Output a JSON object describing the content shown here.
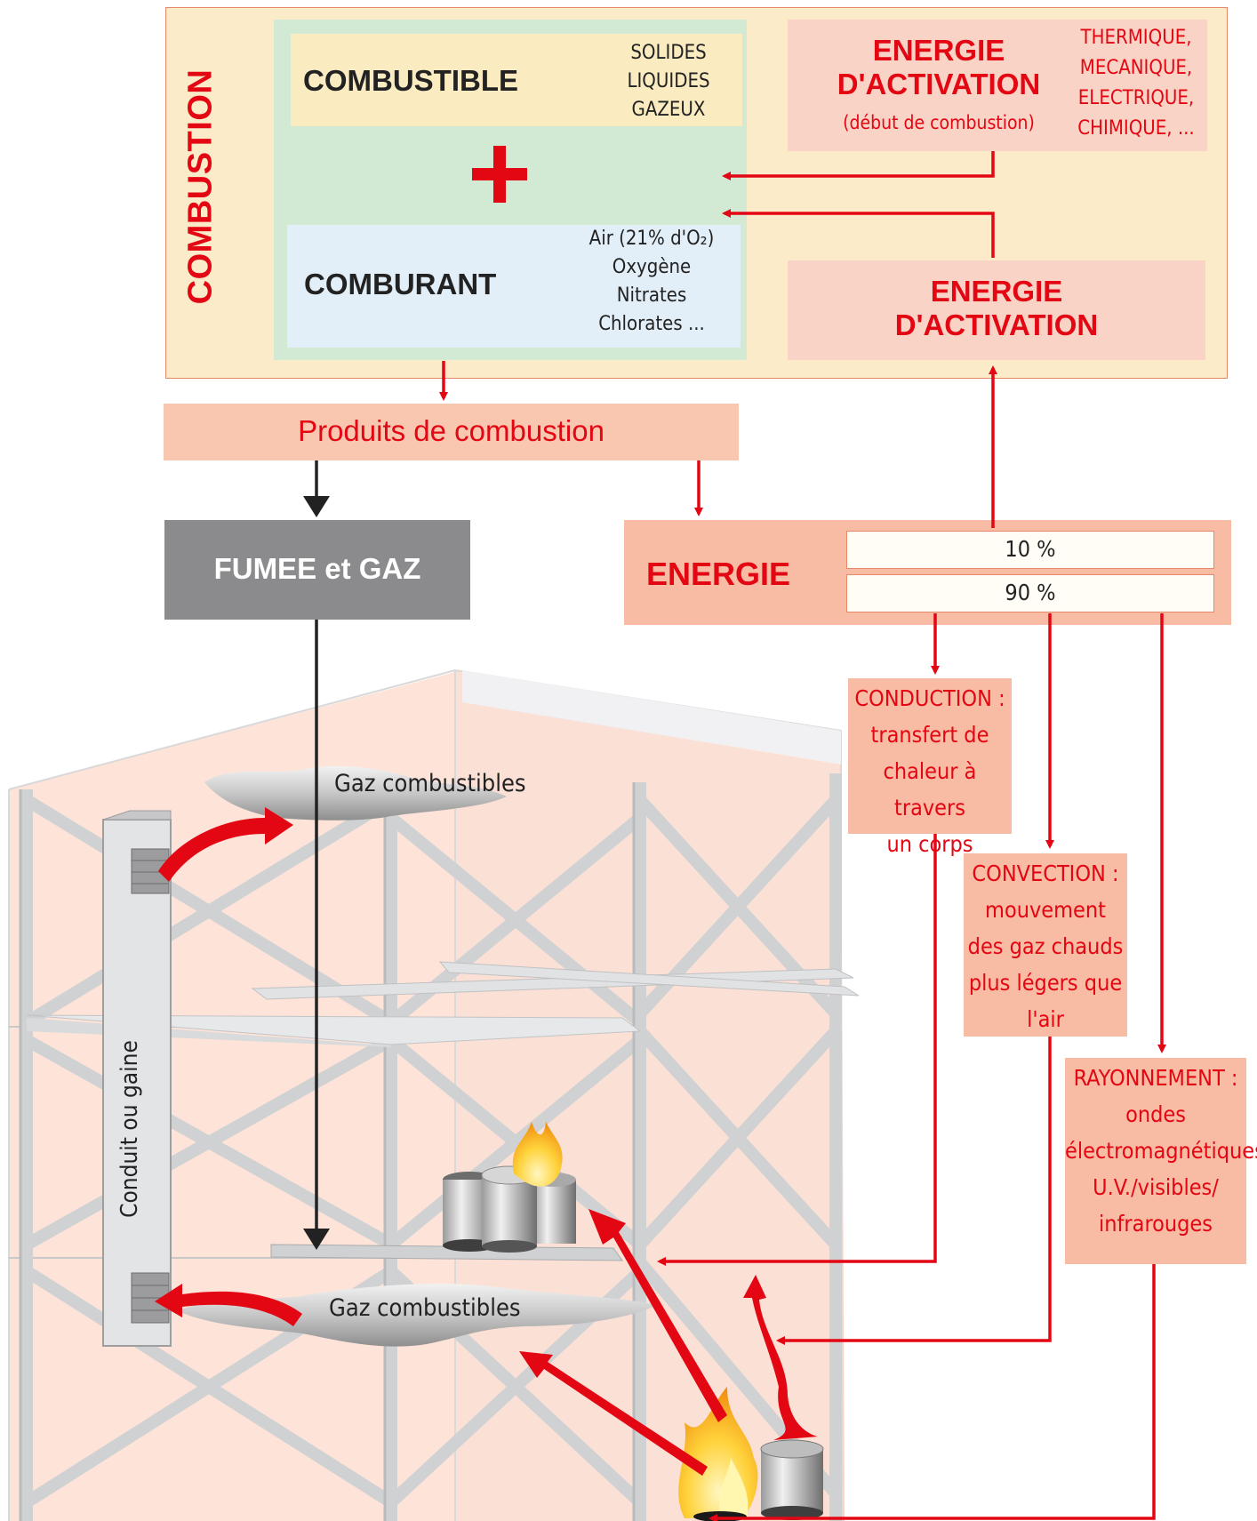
{
  "combustion": {
    "label": "COMBUSTION",
    "combustible": {
      "title": "COMBUSTIBLE",
      "types": [
        "SOLIDES",
        "LIQUIDES",
        "GAZEUX"
      ]
    },
    "plus_sign": "+",
    "comburant": {
      "title": "COMBURANT",
      "examples": [
        "Air (21% d'O₂)",
        "Oxygène",
        "Nitrates",
        "Chlorates ..."
      ]
    },
    "activation_top": {
      "title_line1": "ENERGIE",
      "title_line2": "D'ACTIVATION",
      "note": "(début de combustion)",
      "forms": [
        "THERMIQUE,",
        "MECANIQUE,",
        "ELECTRIQUE,",
        "CHIMIQUE, ..."
      ]
    },
    "activation_bottom": {
      "title_line1": "ENERGIE",
      "title_line2": "D'ACTIVATION"
    }
  },
  "products": {
    "label": "Produits de combustion"
  },
  "fumee": {
    "label": "FUMEE et GAZ"
  },
  "energie": {
    "label": "ENERGIE",
    "split": [
      "10 %",
      "90 %"
    ]
  },
  "modes": {
    "conduction": [
      "CONDUCTION :",
      "transfert de",
      "chaleur à travers",
      "un corps"
    ],
    "convection": [
      "CONVECTION :",
      "mouvement",
      "des gaz chauds",
      "plus légers que",
      "l'air"
    ],
    "rayonnement": [
      "RAYONNEMENT :",
      "ondes",
      "électromagnétiques",
      "U.V./visibles/",
      "infrarouges"
    ]
  },
  "building": {
    "gas_top": "Gaz combustibles",
    "gas_bottom": "Gaz combustibles",
    "duct": "Conduit ou gaine"
  },
  "colors": {
    "accent_red": "#e30613",
    "frame": "#fcebc8",
    "salmon": "#f8bba3",
    "grey": "#8b8b8d"
  }
}
